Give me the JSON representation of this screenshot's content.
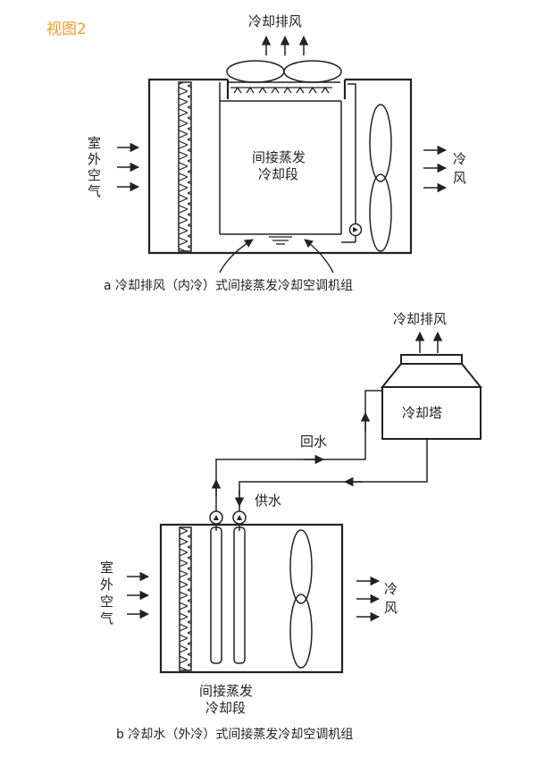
{
  "title_badge": "视图2",
  "diagram_a": {
    "exhaust_label": "冷却排风",
    "outdoor_air_label": [
      "室",
      "外",
      "空",
      "气"
    ],
    "cold_air_label": [
      "冷",
      "风"
    ],
    "section_label": [
      "间接蒸发",
      "冷却段"
    ],
    "caption": "a  冷却排风（内冷）式间接蒸发冷却空调机组"
  },
  "diagram_b": {
    "exhaust_label": "冷却排风",
    "tower_label": "冷却塔",
    "return_water_label": "回水",
    "supply_water_label": "供水",
    "outdoor_air_label": [
      "室",
      "外",
      "空",
      "气"
    ],
    "cold_air_label": [
      "冷",
      "风"
    ],
    "section_label": [
      "间接蒸发",
      "冷却段"
    ],
    "caption": "b  冷却水（外冷）式间接蒸发冷却空调机组"
  }
}
